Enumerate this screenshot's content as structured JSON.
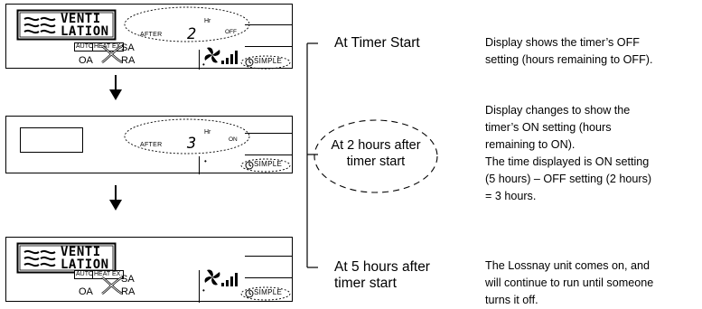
{
  "panel1": {
    "logo_line1": "VENTI",
    "logo_line2": "LATION",
    "tag_auto": "AUTO",
    "tag_heat": "HEAT EX.",
    "oa": "OA",
    "sa": "SA",
    "ra": "RA",
    "after": "AFTER",
    "digit": "2",
    "hr": "Hr",
    "mode": "OFF",
    "simple": "SIMPLE"
  },
  "panel2": {
    "after": "AFTER",
    "digit": "3",
    "hr": "Hr",
    "mode": "ON",
    "simple": "SIMPLE"
  },
  "panel3": {
    "logo_line1": "VENTI",
    "logo_line2": "LATION",
    "tag_auto": "AUTO",
    "tag_heat": "HEAT EX.",
    "oa": "OA",
    "sa": "SA",
    "ra": "RA",
    "simple": "SIMPLE"
  },
  "stages": {
    "s1": "At Timer Start",
    "s2_line1": "At 2 hours after",
    "s2_line2": "timer start",
    "s3_line1": "At 5 hours after",
    "s3_line2": "timer start"
  },
  "descriptions": {
    "d1": [
      "Display shows the timer’s OFF",
      "setting (hours remaining to OFF)."
    ],
    "d2": [
      "Display changes to show the",
      "timer’s ON setting (hours",
      "remaining to ON).",
      "The time displayed is ON setting",
      "(5 hours) – OFF setting (2 hours)",
      "= 3 hours."
    ],
    "d3": [
      "The Lossnay unit comes on, and",
      "will continue to run until someone",
      "turns it off."
    ]
  }
}
